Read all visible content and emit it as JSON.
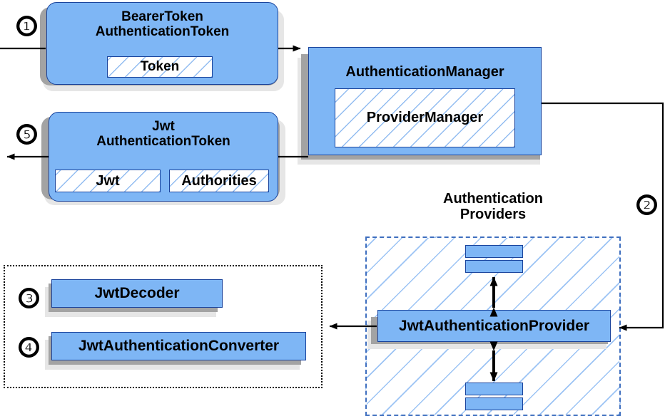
{
  "diagram": {
    "title_caption": "Authentication\nProviders",
    "providers_caption_line1": "Authentication",
    "providers_caption_line2": "Providers"
  },
  "steps": {
    "one": "❶",
    "two": "❷",
    "three": "❸",
    "four": "❹",
    "five": "❺"
  },
  "nodes": {
    "bearer_token": {
      "label_line1": "BearerToken",
      "label_line2": "AuthenticationToken",
      "part_token": "Token"
    },
    "jwt_token": {
      "label_line1": "Jwt",
      "label_line2": "AuthenticationToken",
      "part_jwt": "Jwt",
      "part_authorities": "Authorities"
    },
    "authentication_manager": {
      "label": "AuthenticationManager",
      "part_provider_manager": "ProviderManager"
    },
    "jwt_authentication_provider": {
      "label": "JwtAuthenticationProvider"
    },
    "jwt_decoder": {
      "label": "JwtDecoder"
    },
    "jwt_authentication_converter": {
      "label": "JwtAuthenticationConverter"
    }
  },
  "colors": {
    "node_fill": "#7eb6f5",
    "node_border": "#19439c",
    "hatch_stroke": "#8cb9f0",
    "dashed_border": "#3f6fbf",
    "dotted_border": "#000000",
    "shadow_dark": "#a3a3a3",
    "shadow_light": "#e6e6e6",
    "wire": "#000000"
  }
}
